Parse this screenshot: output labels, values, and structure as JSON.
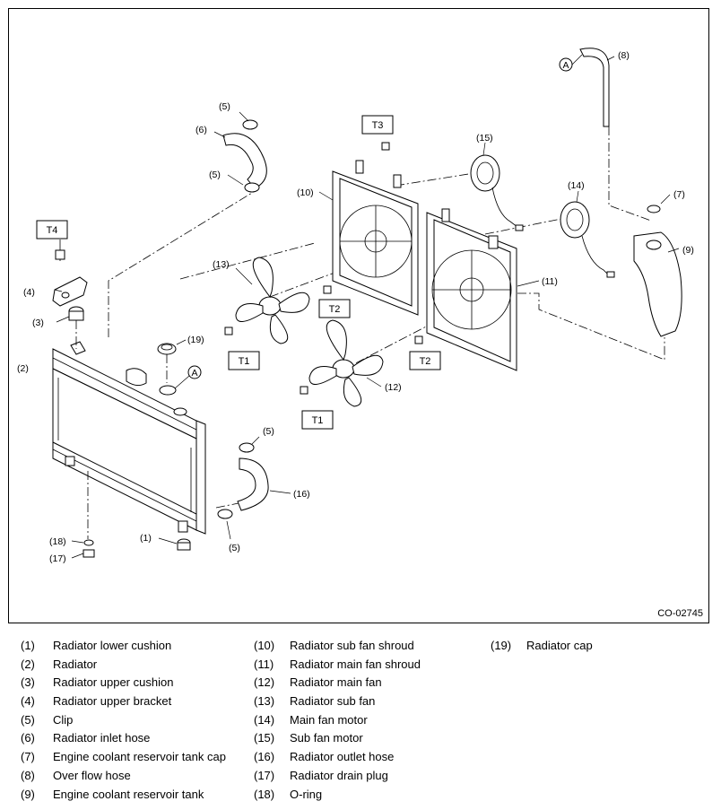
{
  "figure": {
    "id": "CO-02745",
    "callouts": {
      "c1": "(1)",
      "c2": "(2)",
      "c3": "(3)",
      "c4": "(4)",
      "c5a": "(5)",
      "c5b": "(5)",
      "c5c": "(5)",
      "c5d": "(5)",
      "c6": "(6)",
      "c7": "(7)",
      "c8": "(8)",
      "c9": "(9)",
      "c10": "(10)",
      "c11": "(11)",
      "c12": "(12)",
      "c13": "(13)",
      "c14": "(14)",
      "c15": "(15)",
      "c16": "(16)",
      "c17": "(17)",
      "c18": "(18)",
      "c19": "(19)"
    },
    "torque": {
      "t1a": "T1",
      "t1b": "T1",
      "t2a": "T2",
      "t2b": "T2",
      "t3": "T3",
      "t4": "T4"
    },
    "markers": {
      "a1": "A",
      "a2": "A"
    }
  },
  "legend": [
    [
      {
        "num": "(1)",
        "name": "Radiator lower cushion"
      },
      {
        "num": "(2)",
        "name": "Radiator"
      },
      {
        "num": "(3)",
        "name": "Radiator upper cushion"
      },
      {
        "num": "(4)",
        "name": "Radiator upper bracket"
      },
      {
        "num": "(5)",
        "name": "Clip"
      },
      {
        "num": "(6)",
        "name": "Radiator inlet hose"
      },
      {
        "num": "(7)",
        "name": "Engine coolant reservoir tank cap"
      },
      {
        "num": "(8)",
        "name": "Over flow hose"
      },
      {
        "num": "(9)",
        "name": "Engine coolant reservoir tank"
      }
    ],
    [
      {
        "num": "(10)",
        "name": "Radiator sub fan shroud"
      },
      {
        "num": "(11)",
        "name": "Radiator main fan shroud"
      },
      {
        "num": "(12)",
        "name": "Radiator main fan"
      },
      {
        "num": "(13)",
        "name": "Radiator sub fan"
      },
      {
        "num": "(14)",
        "name": "Main fan motor"
      },
      {
        "num": "(15)",
        "name": "Sub fan motor"
      },
      {
        "num": "(16)",
        "name": "Radiator outlet hose"
      },
      {
        "num": "(17)",
        "name": "Radiator drain plug"
      },
      {
        "num": "(18)",
        "name": "O-ring"
      }
    ],
    [
      {
        "num": "(19)",
        "name": "Radiator cap"
      }
    ]
  ]
}
